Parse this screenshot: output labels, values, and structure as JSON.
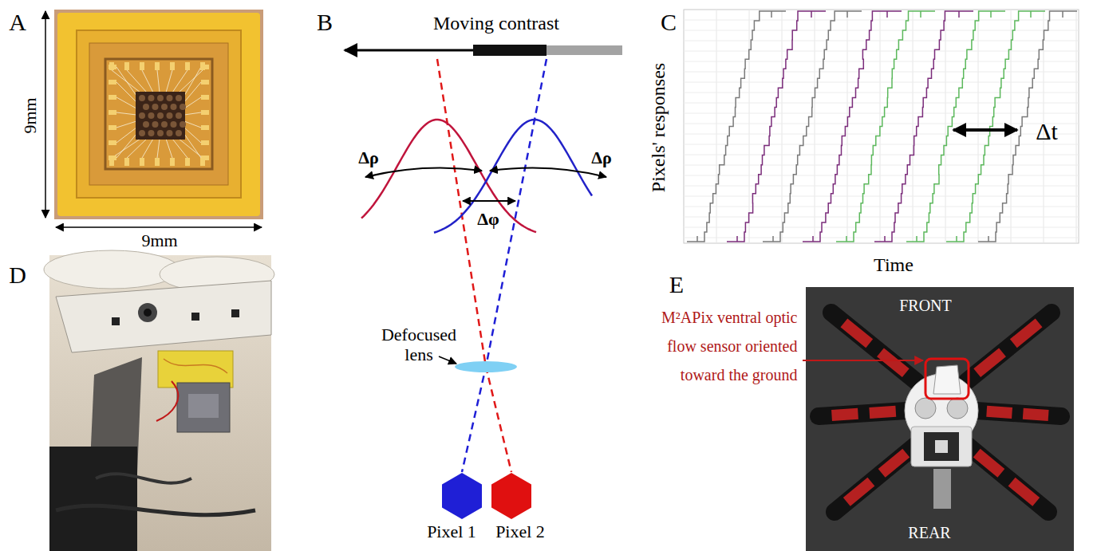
{
  "diagram": {
    "nodes": [
      {
        "text": [
          "Pixel 1"
        ]
      },
      {
        "text": [
          "Pixel 2"
        ]
      }
    ],
    "labels": [
      "A",
      "9mm",
      "9mm",
      "B",
      "Moving contrast",
      "Δρ",
      "Δρ",
      "Δφ",
      "Defocused lens",
      "C",
      "Pixels' responses",
      "Δt",
      "Time",
      "D",
      "E",
      "M²APix ventral optic flow sensor oriented toward the ground",
      "FRONT",
      "REAR"
    ]
  }
}
